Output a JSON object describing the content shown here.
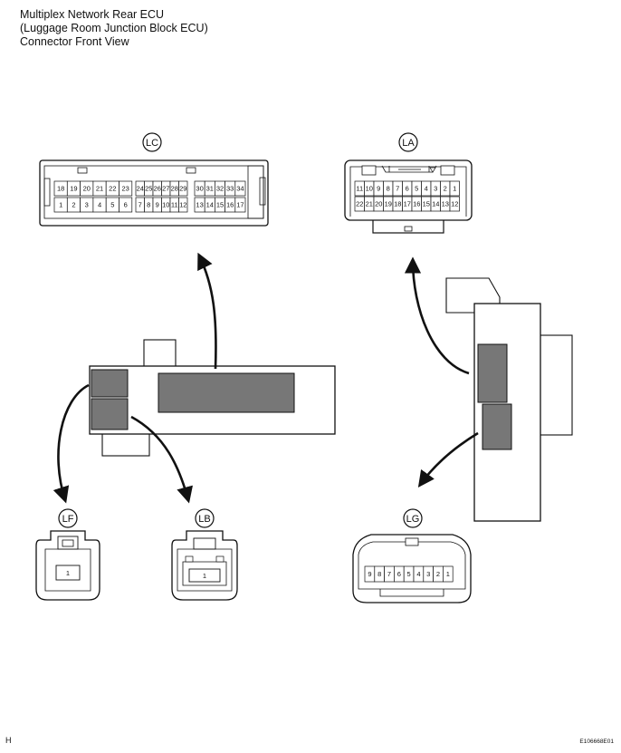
{
  "title": {
    "line1": "Multiplex Network Rear ECU",
    "line2": "(Luggage Room Junction Block ECU)",
    "line3": "Connector Front View"
  },
  "corner_left": "H",
  "corner_right": "E106668E01",
  "connectors": {
    "LC": {
      "label": "LC",
      "top_row": [
        "18",
        "19",
        "20",
        "21",
        "22",
        "23",
        "24",
        "25",
        "26",
        "27",
        "28",
        "29",
        "30",
        "31",
        "32",
        "33",
        "34"
      ],
      "bottom_row": [
        "1",
        "2",
        "3",
        "4",
        "5",
        "6",
        "7",
        "8",
        "9",
        "10",
        "11",
        "12",
        "13",
        "14",
        "15",
        "16",
        "17"
      ]
    },
    "LA": {
      "label": "LA",
      "top_row": [
        "11",
        "10",
        "9",
        "8",
        "7",
        "6",
        "5",
        "4",
        "3",
        "2",
        "1"
      ],
      "bottom_row": [
        "22",
        "21",
        "20",
        "19",
        "18",
        "17",
        "16",
        "15",
        "14",
        "13",
        "12"
      ]
    },
    "LF": {
      "label": "LF",
      "pins": [
        "1"
      ]
    },
    "LB": {
      "label": "LB",
      "pins": [
        "1"
      ]
    },
    "LG": {
      "label": "LG",
      "pins": [
        "9",
        "8",
        "7",
        "6",
        "5",
        "4",
        "3",
        "2",
        "1"
      ]
    }
  }
}
